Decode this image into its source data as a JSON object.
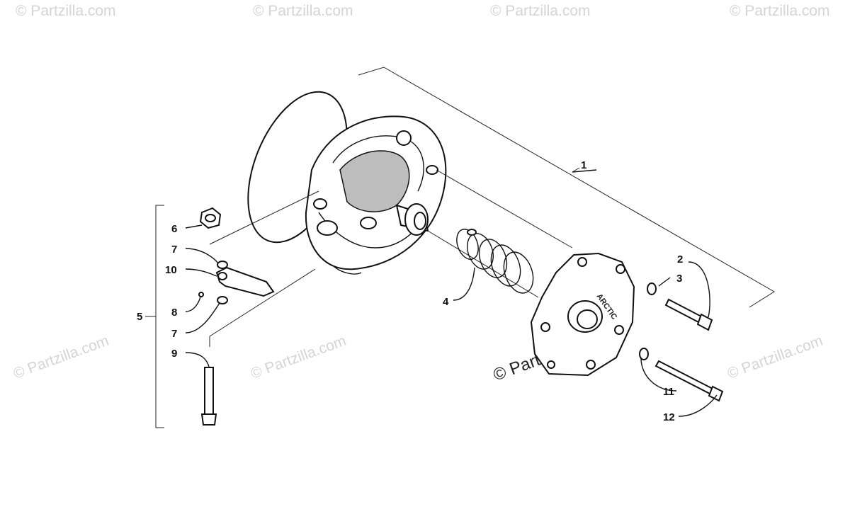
{
  "watermark_text": "© Partzilla.com",
  "callouts": [
    "1",
    "2",
    "3",
    "4",
    "5",
    "6",
    "7",
    "8",
    "9",
    "10",
    "11",
    "12"
  ],
  "callout_7b": "7",
  "plate_lettering": "ARCTIC"
}
